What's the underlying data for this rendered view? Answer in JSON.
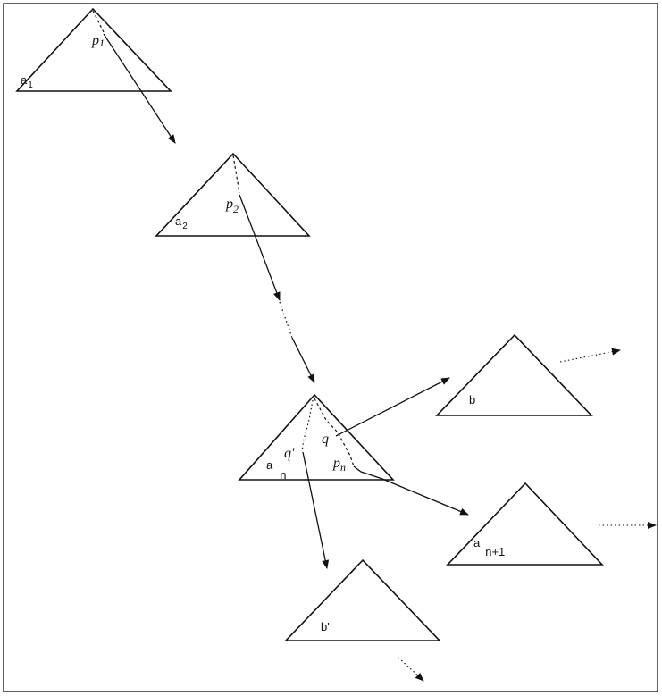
{
  "labels": {
    "a1": {
      "base": "a",
      "sub": "1"
    },
    "a2": {
      "base": "a",
      "sub": "2"
    },
    "an": {
      "base": "a",
      "sub": "n"
    },
    "an1": {
      "base": "a",
      "sub": "n+1"
    },
    "b": "b",
    "bprime": "b'",
    "p1": {
      "base": "p",
      "sub": "1"
    },
    "p2": {
      "base": "p",
      "sub": "2"
    },
    "pn": {
      "base": "p",
      "sub": "n"
    },
    "q": "q",
    "qprime": "q'"
  }
}
